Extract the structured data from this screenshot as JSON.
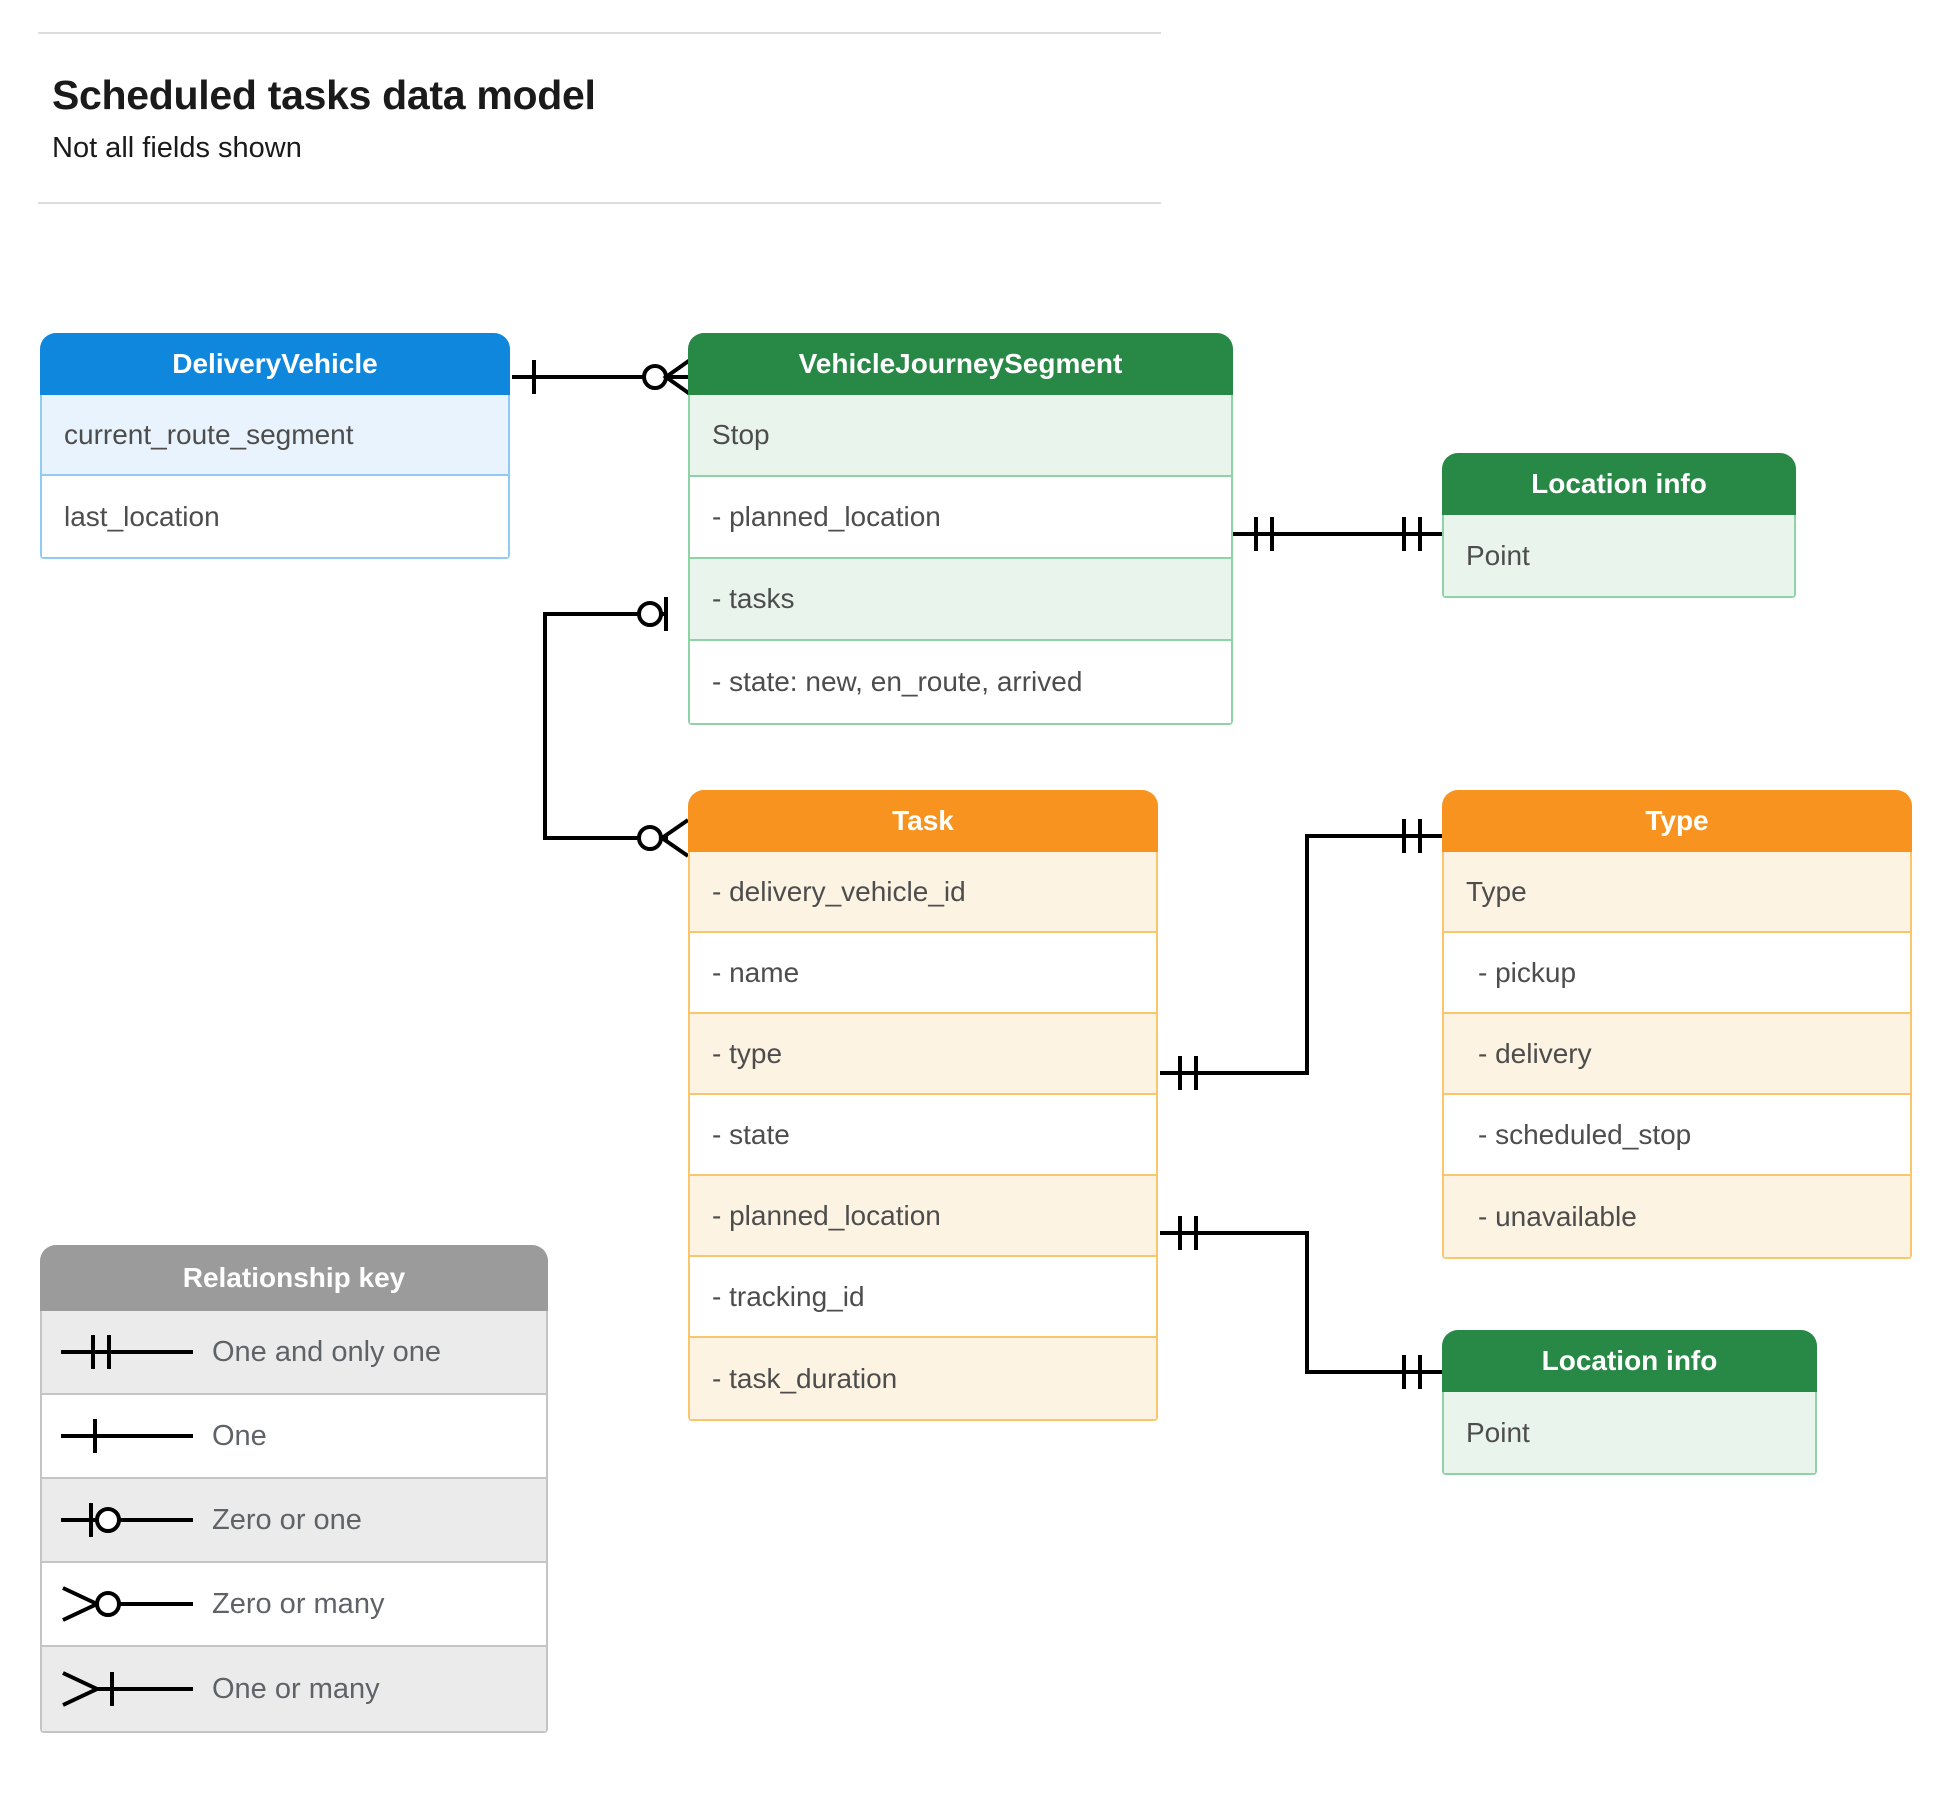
{
  "header": {
    "title": "Scheduled tasks data model",
    "subtitle": "Not all fields shown"
  },
  "colors": {
    "blue_header": "#0f87dd",
    "blue_row": "#e8f3fd",
    "blue_border": "#8ecbf5",
    "green_header": "#288845",
    "green_row": "#e8f4ec",
    "green_border": "#8ed3a5",
    "orange_header": "#f7931e",
    "orange_row": "#fdf3e2",
    "orange_border": "#fbc56b",
    "grey_header": "#9b9b9b",
    "grey_row": "#ebebeb",
    "grey_border": "#c4c4c4",
    "connector": "#000000",
    "text": "#4d4d4d"
  },
  "entities": {
    "delivery_vehicle": {
      "title": "DeliveryVehicle",
      "rows": [
        "current_route_segment",
        "last_location"
      ]
    },
    "vehicle_journey_segment": {
      "title": "VehicleJourneySegment",
      "rows": [
        "Stop",
        "-  planned_location",
        "- tasks",
        "- state: new, en_route, arrived"
      ]
    },
    "location_info_top": {
      "title": "Location info",
      "rows": [
        "Point"
      ]
    },
    "location_info_bottom": {
      "title": "Location info",
      "rows": [
        "Point"
      ]
    },
    "task": {
      "title": "Task",
      "rows": [
        "- delivery_vehicle_id",
        "- name",
        "- type",
        "- state",
        "- planned_location",
        "- tracking_id",
        "- task_duration"
      ]
    },
    "type": {
      "title": "Type",
      "rows": [
        "Type",
        "-   pickup",
        "-   delivery",
        "-   scheduled_stop",
        "-   unavailable"
      ]
    }
  },
  "legend": {
    "title": "Relationship key",
    "items": [
      {
        "symbol": "one-and-only-one",
        "label": "One and only one"
      },
      {
        "symbol": "one",
        "label": "One"
      },
      {
        "symbol": "zero-or-one",
        "label": "Zero or one"
      },
      {
        "symbol": "zero-or-many",
        "label": "Zero or many"
      },
      {
        "symbol": "one-or-many",
        "label": "One or many"
      }
    ]
  },
  "relationships": [
    {
      "from": "delivery-vehicle",
      "to": "vehicle-journey-segment",
      "from_marker": "one",
      "to_marker": "zero-or-many"
    },
    {
      "from": "vehicle-journey-segment-planned-location",
      "to": "location-info-top",
      "from_marker": "one-and-only-one",
      "to_marker": "one-and-only-one"
    },
    {
      "from": "vehicle-journey-segment-tasks",
      "to": "task",
      "from_marker": "zero-or-one",
      "to_marker": "zero-or-many"
    },
    {
      "from": "task-type",
      "to": "type",
      "from_marker": "one-and-only-one",
      "to_marker": "one-and-only-one"
    },
    {
      "from": "task-planned-location",
      "to": "location-info-bottom",
      "from_marker": "one-and-only-one",
      "to_marker": "one-and-only-one"
    }
  ]
}
